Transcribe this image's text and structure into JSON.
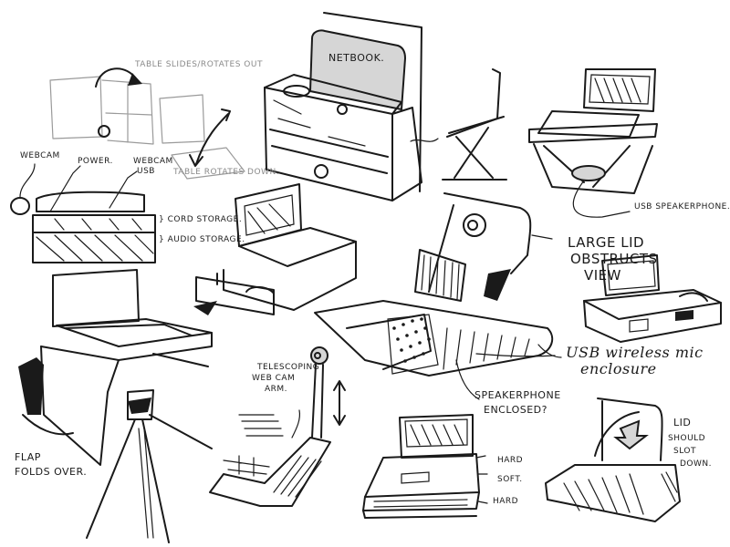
{
  "page": {
    "type": "concept sketch sheet",
    "ink_color": "#1a1a1a",
    "pencil_color": "#8a8a8a",
    "background": "#ffffff"
  },
  "annotations": {
    "table_slides": "Table slides/rotates out",
    "table_rotates": "Table rotates down.",
    "webcam": "Webcam",
    "power": "Power.",
    "webcam_usb_1": "Webcam",
    "webcam_usb_2": "USB",
    "cord_storage": "} Cord storage.",
    "audio_storage": "} Audio storage.",
    "netbook": "Netbook.",
    "usb_speakerphone": "USB Speakerphone.",
    "large_lid_1": "Large lid",
    "large_lid_2": "obstructs",
    "large_lid_3": "view",
    "usb_wireless_1": "USB wireless mic",
    "usb_wireless_2": "enclosure",
    "speakerphone_1": "Speakerphone",
    "speakerphone_2": "enclosed?",
    "telescoping_1": "Telescoping",
    "telescoping_2": "web cam",
    "telescoping_3": "arm.",
    "flap_1": "Flap",
    "flap_2": "folds over.",
    "hard_top": "Hard",
    "soft": "Soft.",
    "hard_bottom": "Hard",
    "lid_1": "Lid",
    "lid_2": "should",
    "lid_3": "slot",
    "lid_4": "down."
  },
  "sketches": [
    {
      "id": "table-slide-box",
      "desc": "box with table sliding/rotating out"
    },
    {
      "id": "table-rotate-box",
      "desc": "box with table rotating down"
    },
    {
      "id": "cord-audio-storage-base",
      "desc": "laptop on base with cord and audio storage"
    },
    {
      "id": "netbook-box",
      "desc": "box holding netbook with compartments"
    },
    {
      "id": "x-stand-side",
      "desc": "laptop on X-stand, side view"
    },
    {
      "id": "x-stand-speakerphone",
      "desc": "laptop on X-stand with usb speakerphone"
    },
    {
      "id": "laptop-drawer-base",
      "desc": "laptop on base with pull-out drawer"
    },
    {
      "id": "large-lid-enclosure",
      "desc": "enclosure with large lid and webcam"
    },
    {
      "id": "small-lid-enclosure",
      "desc": "compact enclosure with lid obstructing view"
    },
    {
      "id": "tripod-desk",
      "desc": "desk on tripod with folding flap"
    },
    {
      "id": "telescoping-webcam",
      "desc": "base with telescoping webcam arm"
    },
    {
      "id": "layered-laptop-case",
      "desc": "laptop on hard/soft/hard layers"
    },
    {
      "id": "lid-slot-enclosure",
      "desc": "enclosure whose lid slots down"
    }
  ]
}
